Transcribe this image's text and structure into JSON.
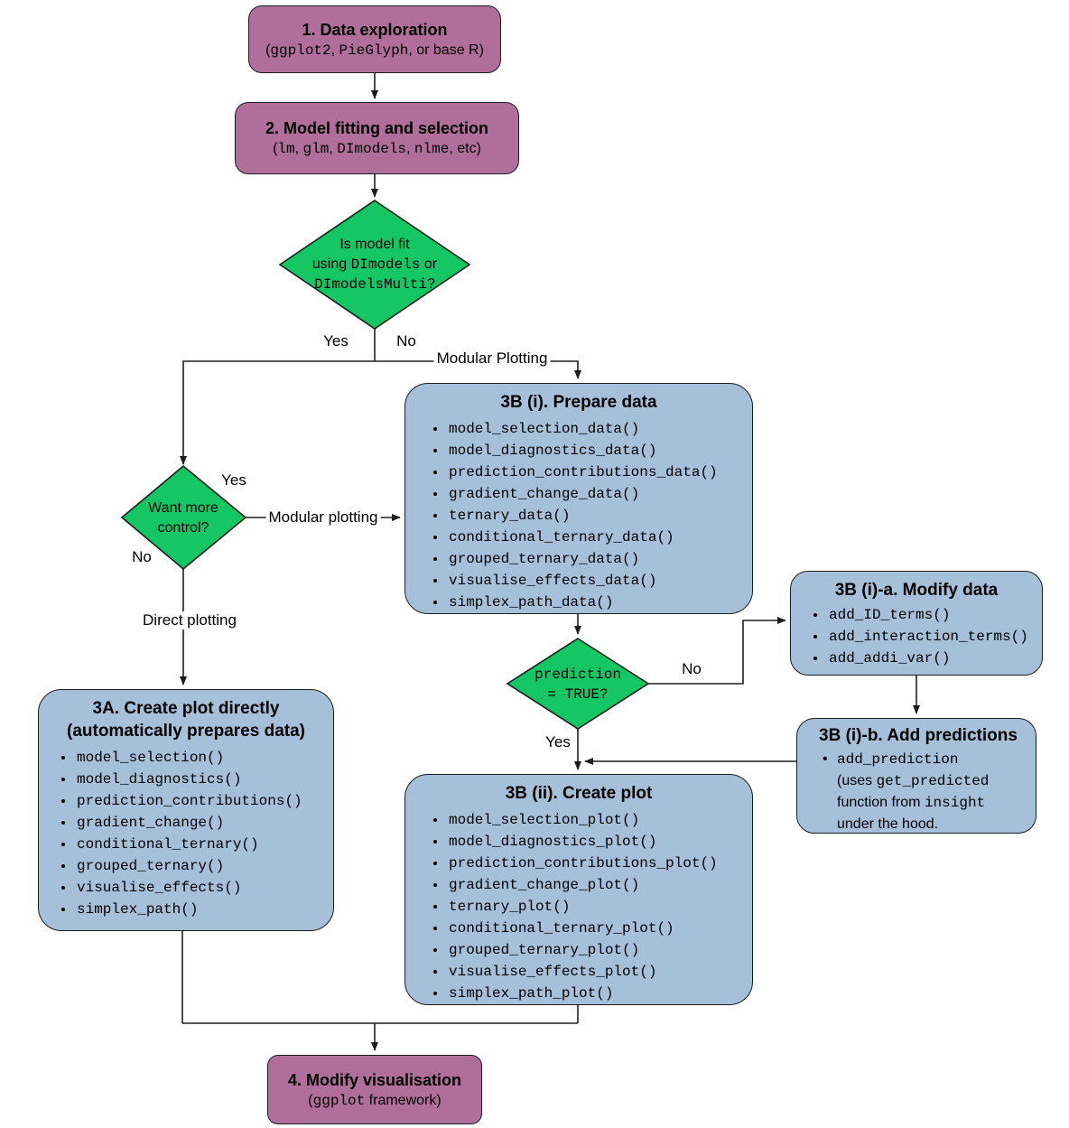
{
  "colors": {
    "purple": "#b06f9b",
    "green": "#14c764",
    "blue": "#a6c0da",
    "line": "#1f1f1f",
    "border": "#1c1c1c"
  },
  "nodes": {
    "step1": {
      "title": "1. Data exploration",
      "sub": [
        "(",
        "ggplot2",
        ", ",
        "PieGlyph",
        ", or base R)"
      ]
    },
    "step2": {
      "title": "2. Model fitting and selection",
      "sub": [
        "(",
        "lm",
        ", ",
        "glm",
        ", ",
        "DImodels",
        ", ",
        "nlme",
        ", etc)"
      ]
    },
    "decision_model": {
      "l1": "Is model fit",
      "l2a": "using ",
      "l2b": "DImodels",
      "l2c": " or",
      "l3a": "DImodelsMulti",
      "l3b": "?"
    },
    "decision_control": {
      "l1": "Want more",
      "l2": "control?"
    },
    "decision_prediction": {
      "l1": "prediction",
      "l2": "= TRUE?"
    },
    "prepare_data": {
      "title": "3B (i). Prepare data",
      "items": [
        "model_selection_data()",
        "model_diagnostics_data()",
        "prediction_contributions_data()",
        "gradient_change_data()",
        "ternary_data()",
        "conditional_ternary_data()",
        "grouped_ternary_data()",
        "visualise_effects_data()",
        "simplex_path_data()"
      ]
    },
    "modify_data": {
      "title": "3B (i)-a. Modify data",
      "items": [
        "add_ID_terms()",
        "add_interaction_terms()",
        "add_addi_var()"
      ]
    },
    "add_predictions": {
      "title": "3B (i)-b. Add predictions",
      "code": "add_prediction",
      "l2a": "(uses ",
      "l2b": "get_predicted",
      "l3a": "function from ",
      "l3b": "insight",
      "l4": "under the hood."
    },
    "create_direct": {
      "title1": "3A. Create plot directly",
      "title2": "(automatically prepares data)",
      "items": [
        "model_selection()",
        "model_diagnostics()",
        "prediction_contributions()",
        "gradient_change()",
        "conditional_ternary()",
        "grouped_ternary()",
        "visualise_effects()",
        "simplex_path()"
      ]
    },
    "create_plot": {
      "title": "3B (ii). Create plot",
      "items": [
        "model_selection_plot()",
        "model_diagnostics_plot()",
        "prediction_contributions_plot()",
        "gradient_change_plot()",
        "ternary_plot()",
        "conditional_ternary_plot()",
        "grouped_ternary_plot()",
        "visualise_effects_plot()",
        "simplex_path_plot()"
      ]
    },
    "step4": {
      "title": "4. Modify visualisation",
      "sub": [
        "(",
        "ggplot",
        " framework)"
      ]
    }
  },
  "edge_labels": {
    "yes_top": "Yes",
    "no_top": "No",
    "modular_plotting_top": "Modular Plotting",
    "yes_control": "Yes",
    "modular_plotting_mid": "Modular plotting",
    "no_control": "No",
    "direct_plotting": "Direct plotting",
    "no_prediction": "No",
    "yes_prediction": "Yes"
  }
}
